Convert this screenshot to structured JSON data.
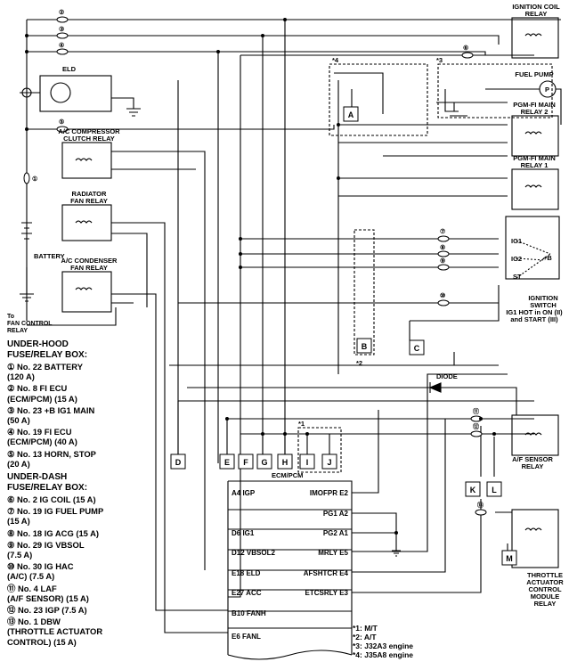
{
  "relays": {
    "ignition_coil": [
      "IGNITION COIL",
      "RELAY"
    ],
    "fuel_pump": "FUEL PUMP",
    "pgm_fi_main_2": [
      "PGM-FI MAIN",
      "RELAY 2"
    ],
    "pgm_fi_main_1": [
      "PGM-FI MAIN",
      "RELAY 1"
    ],
    "ac_compressor": [
      "A/C COMPRESSOR",
      "CLUTCH RELAY"
    ],
    "radiator_fan": [
      "RADIATOR",
      "FAN RELAY"
    ],
    "ac_condenser": [
      "A/C CONDENSER",
      "FAN RELAY"
    ],
    "af_sensor": [
      "A/F SENSOR",
      "RELAY"
    ],
    "throttle": [
      "THROTTLE",
      "ACTUATOR",
      "CONTROL",
      "MODULE",
      "RELAY"
    ]
  },
  "labels": {
    "eld": "ELD",
    "battery": "BATTERY",
    "fan_control": [
      "To",
      "FAN CONTROL",
      "RELAY"
    ],
    "diode": "DIODE",
    "ecm": "ECM/PCM",
    "pump_symbol": "P",
    "plus_b": "+B",
    "note_star1": "*1",
    "note_star2": "*2",
    "note_star3": "*3",
    "note_star4": "*4"
  },
  "ignition_switch": {
    "terminals": [
      "IG1",
      "IG2",
      "ST"
    ],
    "caption": [
      "IGNITION",
      "SWITCH",
      "IG1 HOT in ON (II)",
      "and START (III)"
    ]
  },
  "connectors": {
    "A": "A",
    "B": "B",
    "C": "C",
    "D": "D",
    "E": "E",
    "F": "F",
    "G": "G",
    "H": "H",
    "I": "I",
    "J": "J",
    "K": "K",
    "L": "L",
    "M": "M"
  },
  "fuse_markers": [
    "②",
    "③",
    "④",
    "⑤",
    "①",
    "⑥",
    "⑦",
    "⑧",
    "⑨",
    "⑩",
    "⑪",
    "⑫",
    "⑬"
  ],
  "ecm_pins_left": [
    "A4 IGP",
    "D6 IG1",
    "D12 VBSOL2",
    "E18 ELD",
    "E27 ACC",
    "B10 FANH",
    "E6 FANL"
  ],
  "ecm_pins_right": [
    "IMOFPR E2",
    "PG1 A2",
    "PG2 A1",
    "MRLY E5",
    "AFSHTCR E4",
    "ETCSRLY E3"
  ],
  "legend": {
    "under_hood_title": [
      "UNDER-HOOD",
      "FUSE/RELAY BOX:"
    ],
    "under_hood": [
      [
        "① No. 22 BATTERY",
        "(120 A)"
      ],
      [
        "② No. 8 FI ECU",
        "(ECM/PCM) (15 A)"
      ],
      [
        "③ No. 23 +B IG1 MAIN",
        "(50 A)"
      ],
      [
        "④ No. 19 FI ECU",
        "(ECM/PCM) (40 A)"
      ],
      [
        "⑤ No. 13 HORN, STOP",
        "(20 A)"
      ]
    ],
    "under_dash_title": [
      "UNDER-DASH",
      "FUSE/RELAY BOX:"
    ],
    "under_dash": [
      [
        "⑥ No. 2 IG COIL (15 A)"
      ],
      [
        "⑦ No. 19 IG FUEL PUMP",
        "(15 A)"
      ],
      [
        "⑧ No. 18 IG ACG (15 A)"
      ],
      [
        "⑨ No. 29 IG VBSOL",
        "(7.5 A)"
      ],
      [
        "⑩ No. 30 IG HAC",
        "(A/C) (7.5 A)"
      ],
      [
        "⑪ No. 4 LAF",
        "(A/F SENSOR) (15 A)"
      ],
      [
        "⑫ No. 23 IGP (7.5 A)"
      ],
      [
        "⑬ No. 1 DBW",
        "(THROTTLE ACTUATOR",
        "CONTROL) (15 A)"
      ]
    ]
  },
  "notes": [
    "*1: M/T",
    "*2: A/T",
    "*3: J32A3 engine",
    "*4: J35A8 engine"
  ]
}
